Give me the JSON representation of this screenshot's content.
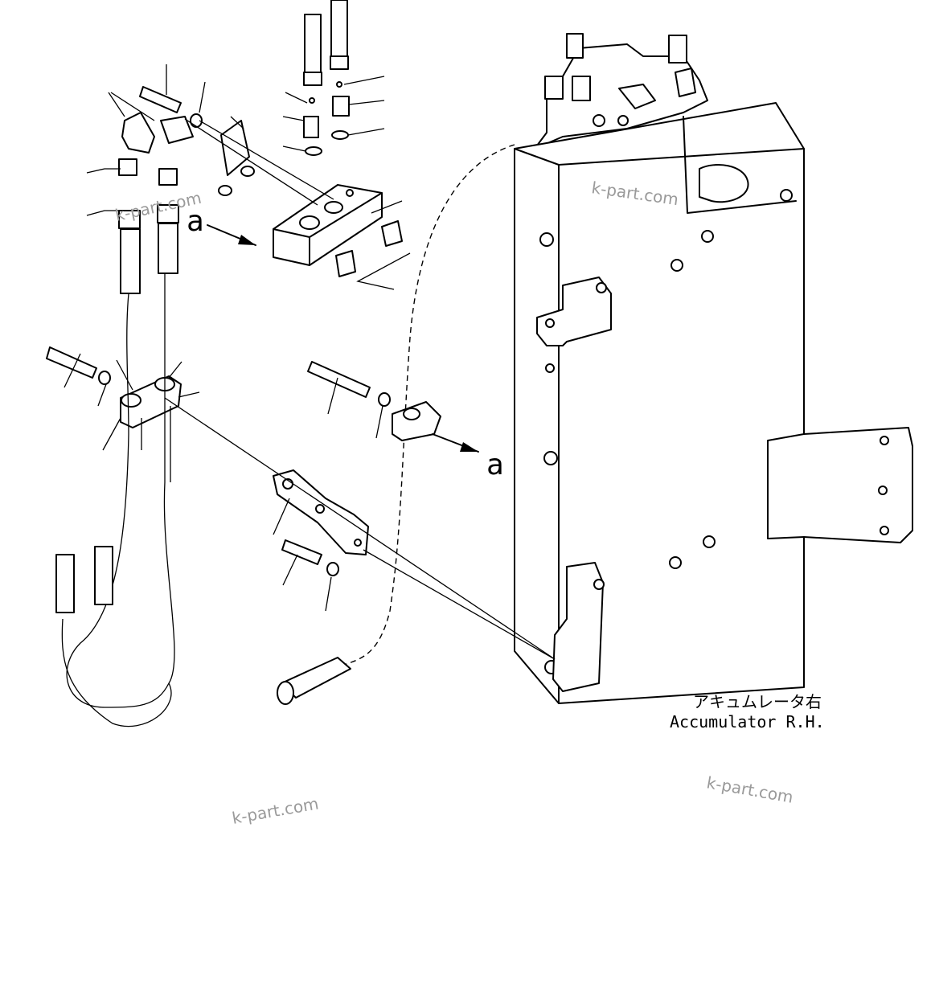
{
  "arrow_labels": {
    "start": "a",
    "end": "a"
  },
  "caption": {
    "japanese": "アキュムレータ右",
    "english": "Accumulator R.H."
  },
  "watermarks": [
    "k-part.com",
    "k-part.com",
    "k-part.com",
    "k-part.com"
  ]
}
